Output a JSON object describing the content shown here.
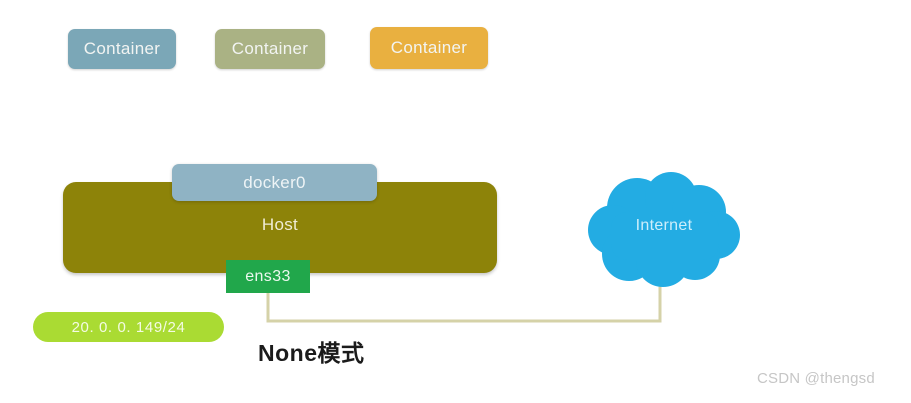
{
  "diagram": {
    "title": "None模式",
    "background_color": "#ffffff",
    "containers": [
      {
        "label": "Container",
        "color": "#7ba7b7"
      },
      {
        "label": "Container",
        "color": "#aab284"
      },
      {
        "label": "Container",
        "color": "#e9b040"
      }
    ],
    "host": {
      "label": "Host",
      "color": "#8d8309"
    },
    "bridge": {
      "label": "docker0",
      "color": "#8fb3c4"
    },
    "nic": {
      "label": "ens33",
      "color": "#21a74b"
    },
    "ip_address": {
      "label": "20. 0. 0. 149/24",
      "color": "#aadb33"
    },
    "internet": {
      "label": "Internet",
      "color": "#23ace3"
    },
    "link": {
      "color": "#d5d2a8"
    }
  },
  "watermark": {
    "text": "CSDN @thengsd"
  }
}
